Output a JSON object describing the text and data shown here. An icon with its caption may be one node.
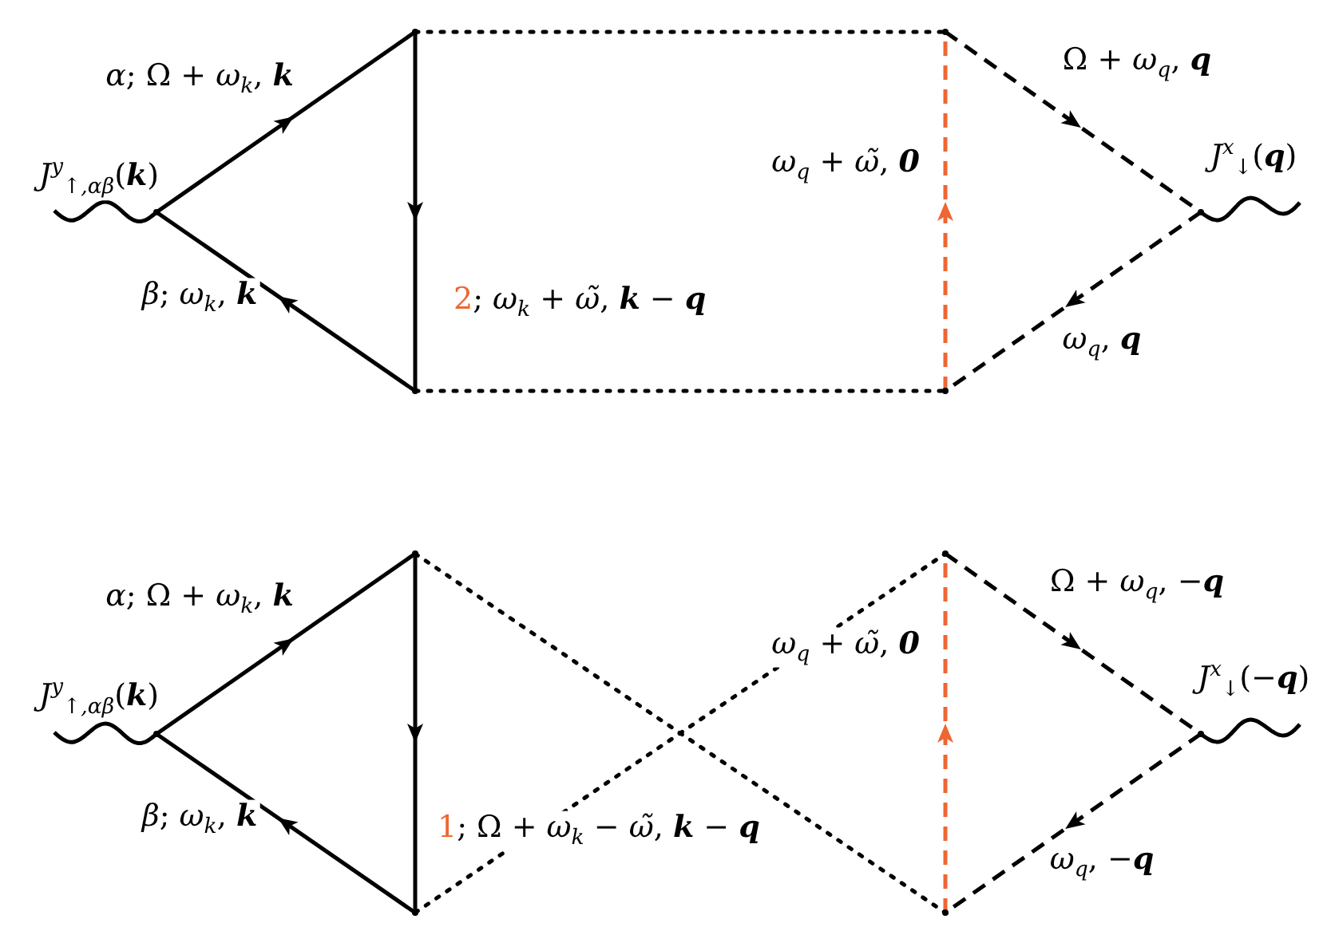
{
  "diagram": {
    "nodes": [
      {
        "text": [],
        "shape": "point"
      },
      {
        "text": [],
        "shape": "point"
      },
      {
        "text": [],
        "shape": "point"
      },
      {
        "text": [],
        "shape": "point"
      },
      {
        "text": [],
        "shape": "point"
      },
      {
        "text": [],
        "shape": "point"
      },
      {
        "text": [],
        "shape": "point"
      },
      {
        "text": [],
        "shape": "point"
      },
      {
        "text": [],
        "shape": "point"
      },
      {
        "text": [],
        "shape": "point"
      },
      {
        "text": [],
        "shape": "point"
      },
      {
        "text": [],
        "shape": "point"
      }
    ],
    "edges": [
      {
        "from": null,
        "to": 0,
        "arrow": "none",
        "label": "*J*$^{y}$$_{↑,αβ}$(**k**)"
      },
      {
        "from": 0,
        "to": 1,
        "arrow": "to",
        "label": "*α*; Ω + *ω*$_{k}$, **k**"
      },
      {
        "from": 2,
        "to": 0,
        "arrow": "to",
        "label": "*β*; *ω*$_{k}$, **k**"
      },
      {
        "from": 1,
        "to": 2,
        "arrow": "to",
        "label": "2; *ω*$_{k}$ + *ω̃*, **k** − **q**"
      },
      {
        "from": 1,
        "to": 3,
        "arrow": "none",
        "style": "dashed"
      },
      {
        "from": 2,
        "to": 4,
        "arrow": "none",
        "style": "dashed"
      },
      {
        "from": 4,
        "to": 3,
        "arrow": "to",
        "style": "dashed",
        "color": "#ee6633",
        "label": "*ω*$_{q}$ + *ω̃*, **0**"
      },
      {
        "from": 3,
        "to": 5,
        "arrow": "to",
        "style": "dashed",
        "label": "Ω + *ω*$_{q}$, **q**"
      },
      {
        "from": 5,
        "to": 4,
        "arrow": "to",
        "style": "dashed",
        "label": "*ω*$_{q}$, **q**"
      },
      {
        "from": 5,
        "to": null,
        "arrow": "none",
        "label": "*J*$^{x}$$_{↓}$(**q**)"
      },
      {
        "from": null,
        "to": 6,
        "arrow": "none",
        "label": "*J*$^{y}$$_{↑,αβ}$(**k**)"
      },
      {
        "from": 6,
        "to": 7,
        "arrow": "to",
        "label": "*α*; Ω + *ω*$_{k}$, **k**"
      },
      {
        "from": 8,
        "to": 6,
        "arrow": "to",
        "label": "*β*; *ω*$_{k}$, **k**"
      },
      {
        "from": 7,
        "to": 8,
        "arrow": "to"
      },
      {
        "from": 7,
        "to": 10,
        "arrow": "none",
        "style": "dashed"
      },
      {
        "from": 8,
        "to": 9,
        "arrow": "none",
        "style": "dashed",
        "label": "1; Ω + *ω*$_{k}$ − *ω̃*, **k** − **q**"
      },
      {
        "from": 10,
        "to": 9,
        "arrow": "to",
        "style": "dashed",
        "color": "#ee6633",
        "label": "*ω*$_{q}$ + *ω̃*, **0**"
      },
      {
        "from": 9,
        "to": 11,
        "arrow": "to",
        "style": "dashed",
        "label": "Ω + *ω*$_{q}$, −**q**"
      },
      {
        "from": 11,
        "to": 10,
        "arrow": "to",
        "style": "dashed",
        "label": "*ω*$_{q}$, −**q**"
      },
      {
        "from": 11,
        "to": null,
        "arrow": "none",
        "label": "*J*$^{x}$$_{↓}$(−**q**)"
      }
    ]
  }
}
